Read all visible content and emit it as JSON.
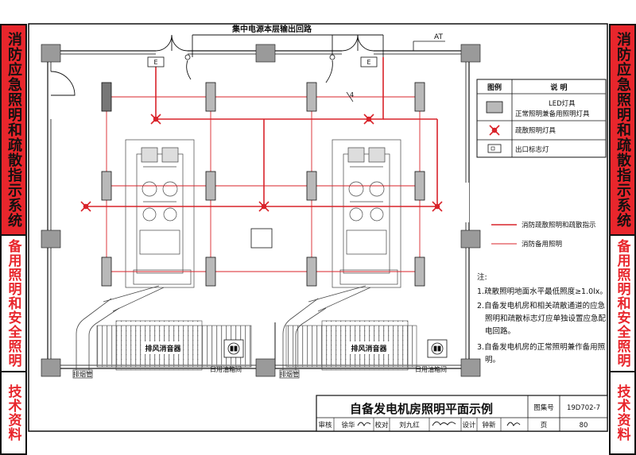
{
  "sidebar": {
    "sections": [
      {
        "text": "消防应急照明和疏散指示系统",
        "style": "red"
      },
      {
        "text": "备用照明和安全照明",
        "style": "white"
      },
      {
        "text": "技术资料",
        "style": "white"
      }
    ]
  },
  "labels": {
    "feeder": "集中电源本层输出回路",
    "at": "AT",
    "exit_mark": "E",
    "circuit_no": "4",
    "muffler": "排风消音器",
    "exhaust_pipe": "排烟管",
    "oil_tank": "日用油箱间"
  },
  "legend": {
    "header_symbol": "图例",
    "header_desc": "说  明",
    "rows": [
      {
        "symbol": "led-fixture",
        "lines": [
          "LED灯具",
          "正常照明兼备用照明灯具"
        ]
      },
      {
        "symbol": "evac-light",
        "lines": [
          "疏散照明灯具"
        ]
      },
      {
        "symbol": "exit-sign",
        "lines": [
          "出口标志灯"
        ]
      }
    ]
  },
  "line_legend": [
    {
      "style": "thick",
      "label": "消防疏散照明和疏散指示"
    },
    {
      "style": "thin",
      "label": "消防备用照明"
    }
  ],
  "notes": {
    "title": "注:",
    "items": [
      "1.疏散照明地面水平最低照度≥1.0lx。",
      "2.自备发电机房和相关疏散通道的应急",
      "照明和疏散标志灯应单独设置应急配",
      "电回路。",
      "3.自备发电机房的正常照明兼作备用照",
      "明。"
    ]
  },
  "title_block": {
    "title": "自备发电机房照明平面示例",
    "atlas_label": "图集号",
    "atlas_no": "19D702-7",
    "review_label": "审核",
    "reviewer": "徐华",
    "check_label": "校对",
    "checker": "刘九红",
    "design_label": "设计",
    "designer": "钟新",
    "page_label": "页",
    "page_no": "80"
  },
  "colors": {
    "red": "#d9232a",
    "red_fill": "#e8262c",
    "fixture_fill": "#b9b9b9",
    "line": "#111111"
  }
}
